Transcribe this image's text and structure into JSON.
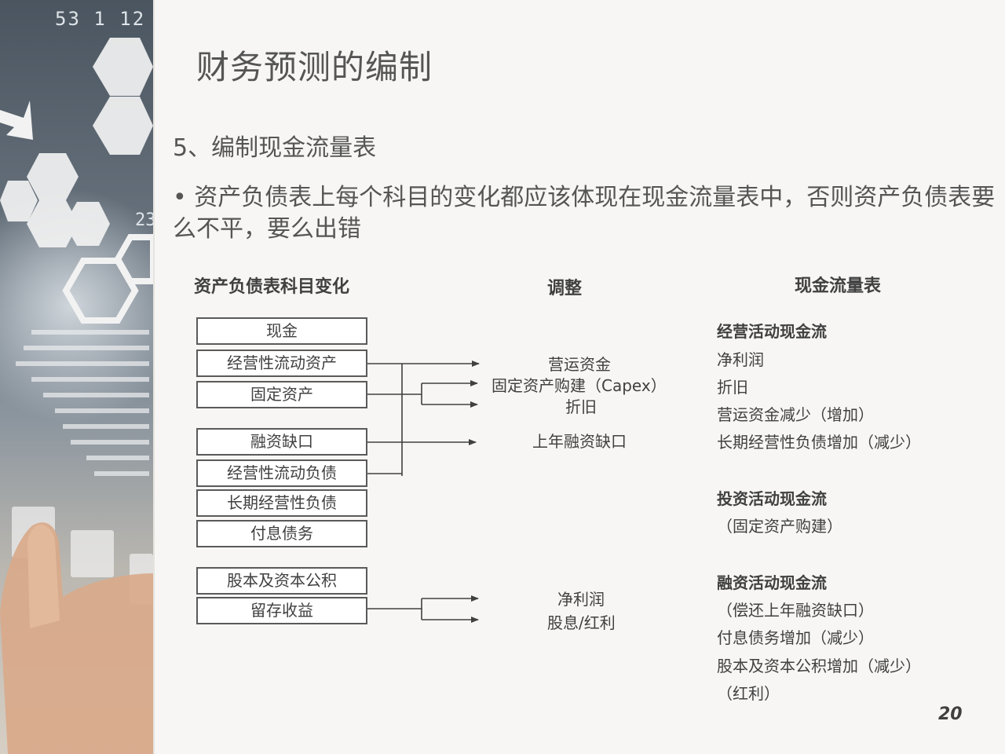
{
  "side_panel": {
    "digits_top": "53 1 12",
    "digits_mid": "23"
  },
  "title": "财务预测的编制",
  "section_heading": "5、编制现金流量表",
  "bullet_text": "• 资产负债表上每个科目的变化都应该体现在现金流量表中，否则资产负债表要么不平，要么出错",
  "columns": {
    "balance_sheet": "资产负债表科目变化",
    "adjustment": "调整",
    "cash_flow": "现金流量表"
  },
  "balance_items": [
    "现金",
    "经营性流动资产",
    "固定资产",
    "融资缺口",
    "经营性流动负债",
    "长期经营性负债",
    "付息债务",
    "股本及资本公积",
    "留存收益"
  ],
  "adjustments": {
    "working_capital": "营运资金",
    "capex": "固定资产购建（Capex）",
    "depreciation": "折旧",
    "prior_financing_gap": "上年融资缺口",
    "net_profit": "净利润",
    "dividends": "股息/红利"
  },
  "cash_flow": {
    "operating_header": "经营活动现金流",
    "operating_items": [
      "净利润",
      "折旧",
      "营运资金减少（增加）",
      "长期经营性负债增加（减少）"
    ],
    "investing_header": "投资活动现金流",
    "investing_items": [
      "（固定资产购建）"
    ],
    "financing_header": "融资活动现金流",
    "financing_items": [
      "（偿还上年融资缺口）",
      "付息债务增加（减少）",
      "股本及资本公积增加（减少）",
      "（红利）"
    ]
  },
  "page_number": "20"
}
